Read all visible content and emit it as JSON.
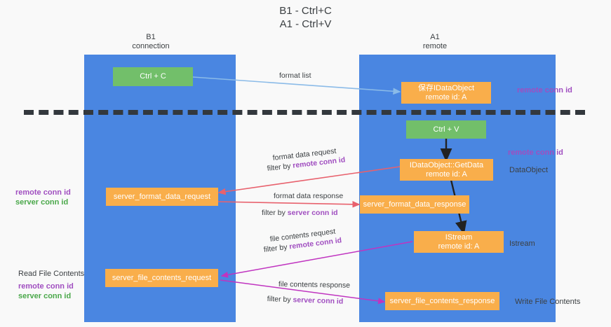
{
  "title": "B1 - Ctrl+C\nA1 - Ctrl+V",
  "lanes": [
    {
      "name": "lane-b1",
      "label": "B1\nconnection"
    },
    {
      "name": "lane-a1",
      "label": "A1\nremote"
    }
  ],
  "nodes": {
    "ctrl_c": "Ctrl + C",
    "ctrl_v": "Ctrl + V",
    "idataobject": "保存IDataObject\nremote id: A",
    "getdata": "IDataObject::GetData\nremote id: A",
    "server_format_data_request": "server_format_data_request",
    "server_format_data_response": "server_format_data_response",
    "istream": "IStream\nremote id: A",
    "server_file_contents_request": "server_file_contents_request",
    "server_file_contents_response": "server_file_contents_response"
  },
  "edges": {
    "format_list": "format list",
    "format_data_request": "format data request",
    "format_data_request_filter_prefix": "filter by ",
    "format_data_request_filter_key": "remote conn id",
    "format_data_response": "format data response",
    "format_data_response_filter_prefix": "filter by ",
    "format_data_response_filter_key": "server conn id",
    "file_contents_request": "file contents request",
    "file_contents_request_filter_prefix": "filter by ",
    "file_contents_request_filter_key": "remote conn id",
    "file_contents_response": "file contents response",
    "file_contents_response_filter_prefix": "filter by ",
    "file_contents_response_filter_key": "server conn id"
  },
  "annotations": {
    "right_remote_conn_id_top": "remote conn id",
    "right_remote_conn_id_mid": "remote conn id",
    "right_dataobject": "DataObject",
    "right_istream": "Istream",
    "right_write_file_contents": "Write File Contents",
    "left_remote_conn_id_mid": "remote conn id",
    "left_server_conn_id_mid": "server conn id",
    "left_read_file_contents": "Read File Contents",
    "left_remote_conn_id_bot": "remote conn id",
    "left_server_conn_id_bot": "server conn id"
  },
  "colors": {
    "lane": "#4a86e1",
    "green_node": "#72bf6a",
    "orange_node": "#f9ae4b",
    "purple_key": "#a04ec0",
    "green_key": "#4aa84a",
    "wire_blue": "#8bbbe8",
    "wire_red": "#e8616d",
    "wire_magenta": "#c034c0",
    "wire_black": "#222222",
    "background": "#f9f9f9",
    "divider": "#33383d"
  }
}
